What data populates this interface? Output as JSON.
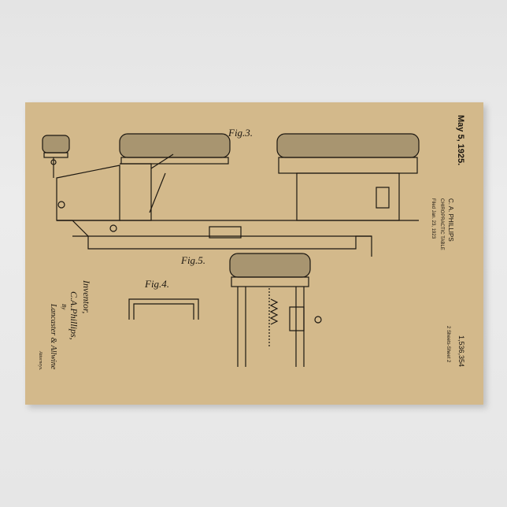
{
  "patent": {
    "date": "May 5, 1925.",
    "inventor_name": "C. A. PHILLIPS",
    "title": "CHIROPRACTIC TABLE",
    "filed": "Filed Jan. 23, 1923",
    "sheets": "2 Sheets-Sheet 2",
    "number": "1,536,354"
  },
  "figures": {
    "fig3": "Fig.3.",
    "fig4": "Fig.4.",
    "fig5": "Fig.5."
  },
  "signature": {
    "inventor_label": "Inventor,",
    "inventor_signature": "C.A.Phillips,",
    "by": "By",
    "attorney_signature": "Lancaster & Allwine",
    "attorneys": "Attorneys."
  },
  "colors": {
    "paper": "#d3b98b",
    "ink": "#1c1710",
    "wall": "#e8e8e8"
  }
}
